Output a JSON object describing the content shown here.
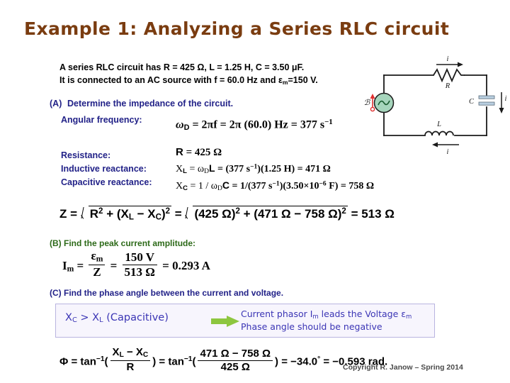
{
  "slide": {
    "title": "Example 1: Analyzing a Series RLC circuit",
    "title_color": "#7a3c10",
    "background": "#ffffff",
    "copyright": "Copyright R. Janow – Spring 2014"
  },
  "intro": {
    "line1": "A series RLC circuit has R = 425 Ω, L = 1.25 H, C = 3.50 μF.",
    "line2_a": "It is connected to an AC source with f = 60.0 Hz and ",
    "line2_eps": "ε",
    "line2_sub": "m",
    "line2_b": "=150 V."
  },
  "parts": {
    "a_marker": "(A)",
    "a_text": "Determine the impedance of the circuit.",
    "a_color": "#222288",
    "b_marker": "(B)",
    "b_text": "Find the peak current amplitude:",
    "b_color": "#2d6a19",
    "c_marker": "(C)",
    "c_text": "Find the phase angle between the current and voltage.",
    "c_color": "#222288"
  },
  "labels": {
    "angular_frequency": "Angular frequency:",
    "resistance": "Resistance:",
    "inductive_reactance": "Inductive reactance:",
    "capacitive_reactance": "Capacitive reactance:"
  },
  "equations": {
    "omega": {
      "lhs_sym": "ω",
      "lhs_sub": "D",
      "eq1": " = 2πf = 2π (60.0) Hz = 377 s",
      "exp": "−1"
    },
    "resistance": {
      "lhs": "R",
      "rhs": " = 425  Ω"
    },
    "xl": {
      "lhs_sym": "X",
      "lhs_sub": "L",
      "mid1": " = ",
      "omega": "ω",
      "omega_sub": "D",
      "L": "L",
      "mid2": " = (377 s",
      "exp": "−1",
      "mid3": ")(1.25 H) = 471 Ω"
    },
    "xc": {
      "lhs_sym": "X",
      "lhs_sub": "C",
      "mid1": " = 1 / ",
      "omega": "ω",
      "omega_sub": "D",
      "C": "C",
      "mid2": " = 1/(377 s",
      "exp": "−1",
      "mid3": ")(3.50×10",
      "exp2": "−6",
      "mid4": " F) = 758 Ω"
    },
    "impedance": {
      "lhs": "Z = ",
      "rad1_a": "R",
      "rad1_sup": "2",
      "rad1_b": " + (X",
      "rad1_sub1": "L",
      "rad1_c": " − X",
      "rad1_sub2": "C",
      "rad1_d": ")",
      "rad1_sup2": "2",
      "mid": " = ",
      "rad2_a": "(425 Ω)",
      "rad2_sup": "2",
      "rad2_b": " + (471 Ω − 758 Ω)",
      "rad2_sup2": "2",
      "rhs": " = 513 Ω"
    },
    "current": {
      "lhs_sym": "I",
      "lhs_sub": "m",
      "eq1": " = ",
      "frac1_num_sym": "ε",
      "frac1_num_sub": "m",
      "frac1_den": "Z",
      "eq2": " = ",
      "frac2_num": "150 V",
      "frac2_den": "513 Ω",
      "rhs": " = 0.293 A"
    },
    "phase": {
      "lhs": "Φ = tan",
      "lhs_exp": "−1",
      "open1": "(",
      "frac1_num_a": "X",
      "frac1_num_sub1": "L",
      "frac1_num_b": " − X",
      "frac1_num_sub2": "C",
      "frac1_den": "R",
      "close1": ") = tan",
      "mid_exp": "−1",
      "open2": "(",
      "frac2_num": "471 Ω − 758 Ω",
      "frac2_den": "425 Ω",
      "close2": ") = −34.0",
      "deg": "°",
      "rhs": " = −0.593 rad."
    }
  },
  "conclusion": {
    "left_a": "X",
    "left_sub1": "C",
    "left_b": " > X",
    "left_sub2": "L",
    "left_c": " (Capacitive)",
    "arrow_color": "#8dc63f",
    "right_line1_a": "Current phasor I",
    "right_line1_sub": "m",
    "right_line1_b": " leads the Voltage ",
    "right_line1_eps": "ε",
    "right_line1_eps_sub": "m",
    "right_line2": "Phase angle should be negative",
    "text_color": "#3b35b5",
    "box_fill": "#f7f5fd",
    "box_border": "#b9b4e0"
  },
  "circuit": {
    "label_resistor": "R",
    "label_inductor": "L",
    "label_capacitor": "C",
    "label_source": "ℰ",
    "label_current_top": "i",
    "label_current_right": "i",
    "label_current_bottom": "i",
    "source_fill": "#a6d5bc",
    "capacitor_fill": "#b9cfe0",
    "wire_color": "#1a1a1a",
    "source_arrow_color": "#e03030"
  }
}
